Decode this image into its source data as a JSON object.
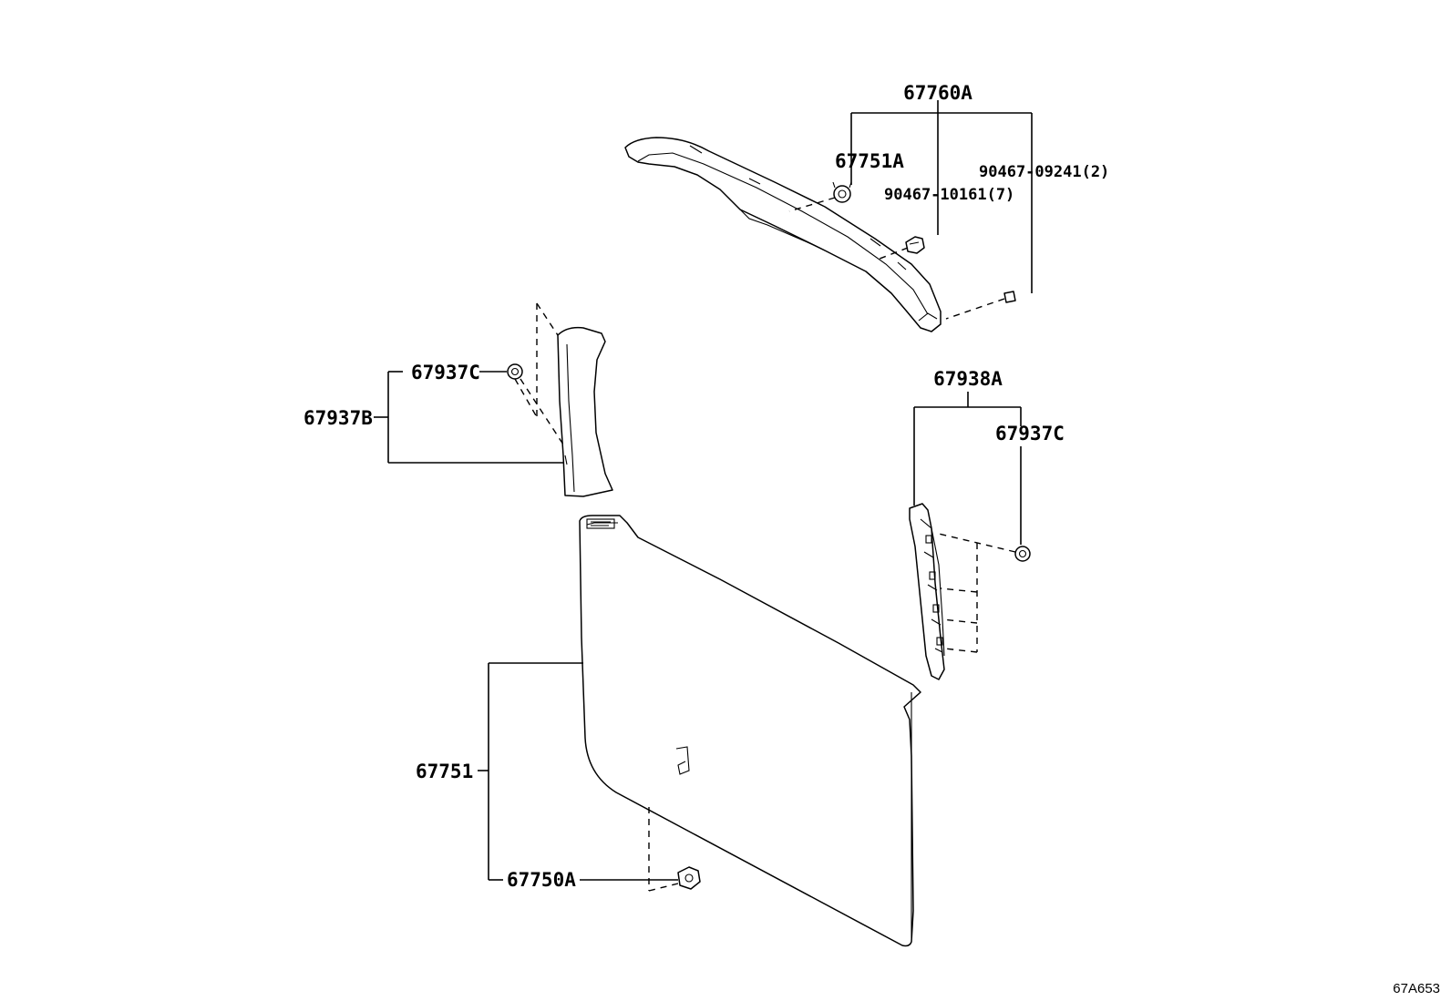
{
  "diagram_code": "67A653",
  "callouts": {
    "c_67760A": "67760A",
    "c_67751A": "67751A",
    "c_9046709241": "90467-09241(2)",
    "c_9046710161": "90467-10161(7)",
    "c_67937C_left": "67937C",
    "c_67937B": "67937B",
    "c_67938A": "67938A",
    "c_67937C_right": "67937C",
    "c_67751": "67751",
    "c_67750A": "67750A"
  }
}
